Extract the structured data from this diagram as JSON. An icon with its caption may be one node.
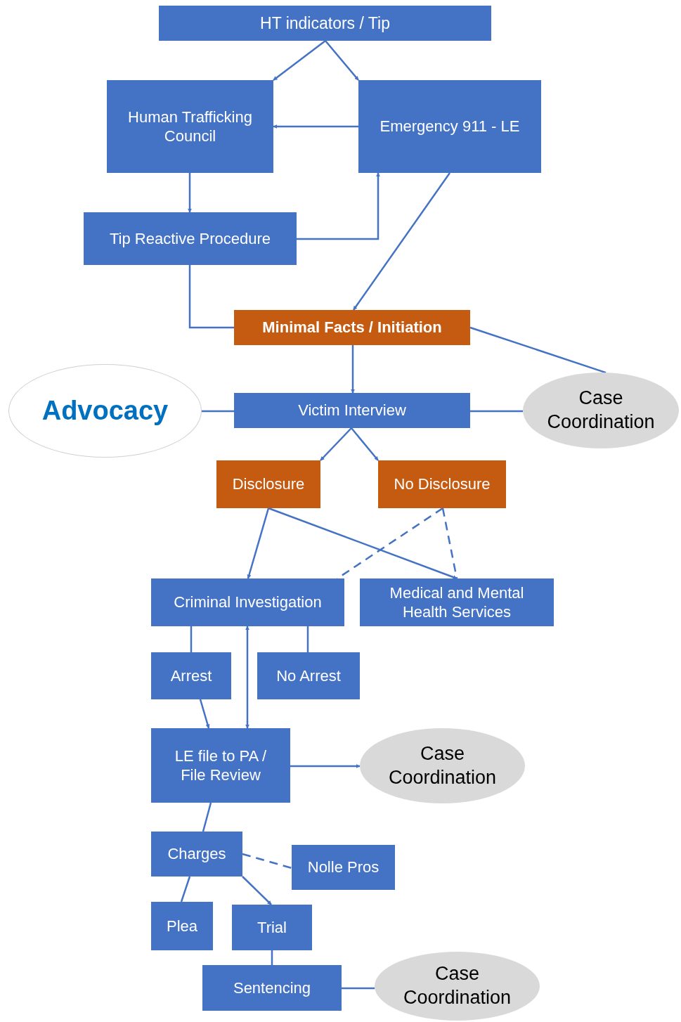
{
  "diagram": {
    "nodes": [
      {
        "text": [
          "HT indicators / Tip"
        ]
      },
      {
        "text": [
          "Human Trafficking Council"
        ]
      },
      {
        "text": [
          "Emergency 911 - LE"
        ]
      },
      {
        "text": [
          "Tip Reactive Procedure"
        ]
      },
      {
        "text": [
          "Minimal Facts / Initiation"
        ]
      },
      {
        "text": [
          "Advocacy"
        ]
      },
      {
        "text": [
          "Victim Interview"
        ]
      },
      {
        "text": [
          "Case Coordination"
        ]
      },
      {
        "text": [
          "Disclosure"
        ]
      },
      {
        "text": [
          "No Disclosure"
        ]
      },
      {
        "text": [
          "Criminal Investigation"
        ]
      },
      {
        "text": [
          "Medical and Mental Health Services"
        ]
      },
      {
        "text": [
          "Arrest"
        ]
      },
      {
        "text": [
          "No Arrest"
        ]
      },
      {
        "text": [
          "LE file to PA / File Review"
        ]
      },
      {
        "text": [
          "Case Coordination"
        ]
      },
      {
        "text": [
          "Charges"
        ]
      },
      {
        "text": [
          "Nolle Pros"
        ]
      },
      {
        "text": [
          "Plea"
        ]
      },
      {
        "text": [
          "Trial"
        ]
      },
      {
        "text": [
          "Sentencing"
        ]
      },
      {
        "text": [
          "Case Coordination"
        ]
      }
    ],
    "edges": [
      {
        "from": 0,
        "to": 1,
        "arrow": "to"
      },
      {
        "from": 0,
        "to": 2,
        "arrow": "to"
      },
      {
        "from": 2,
        "to": 1,
        "arrow": "to"
      },
      {
        "from": 1,
        "to": 3,
        "arrow": "to"
      },
      {
        "from": 3,
        "to": 2,
        "arrow": "to"
      },
      {
        "from": 2,
        "to": 4,
        "arrow": "to"
      },
      {
        "from": 3,
        "to": 4,
        "arrow": "none"
      },
      {
        "from": 4,
        "to": 7,
        "arrow": "none"
      },
      {
        "from": 4,
        "to": 6,
        "arrow": "to"
      },
      {
        "from": 5,
        "to": 6,
        "arrow": "none"
      },
      {
        "from": 6,
        "to": 7,
        "arrow": "none"
      },
      {
        "from": 6,
        "to": 8,
        "arrow": "to"
      },
      {
        "from": 6,
        "to": 9,
        "arrow": "to"
      },
      {
        "from": 8,
        "to": 10,
        "arrow": "to"
      },
      {
        "from": 8,
        "to": 11,
        "arrow": "to"
      },
      {
        "from": 9,
        "to": 10,
        "arrow": "none",
        "style": "dashed"
      },
      {
        "from": 9,
        "to": 11,
        "arrow": "none",
        "style": "dashed"
      },
      {
        "from": 10,
        "to": 12,
        "arrow": "none"
      },
      {
        "from": 10,
        "to": 13,
        "arrow": "none"
      },
      {
        "from": 12,
        "to": 14,
        "arrow": "to"
      },
      {
        "from": 14,
        "to": 10,
        "arrow": "both"
      },
      {
        "from": 14,
        "to": 15,
        "arrow": "to"
      },
      {
        "from": 14,
        "to": 16,
        "arrow": "none"
      },
      {
        "from": 16,
        "to": 17,
        "arrow": "none",
        "style": "dashed"
      },
      {
        "from": 16,
        "to": 18,
        "arrow": "none"
      },
      {
        "from": 16,
        "to": 19,
        "arrow": "to"
      },
      {
        "from": 19,
        "to": 20,
        "arrow": "none"
      },
      {
        "from": 20,
        "to": 21,
        "arrow": "none"
      }
    ]
  }
}
